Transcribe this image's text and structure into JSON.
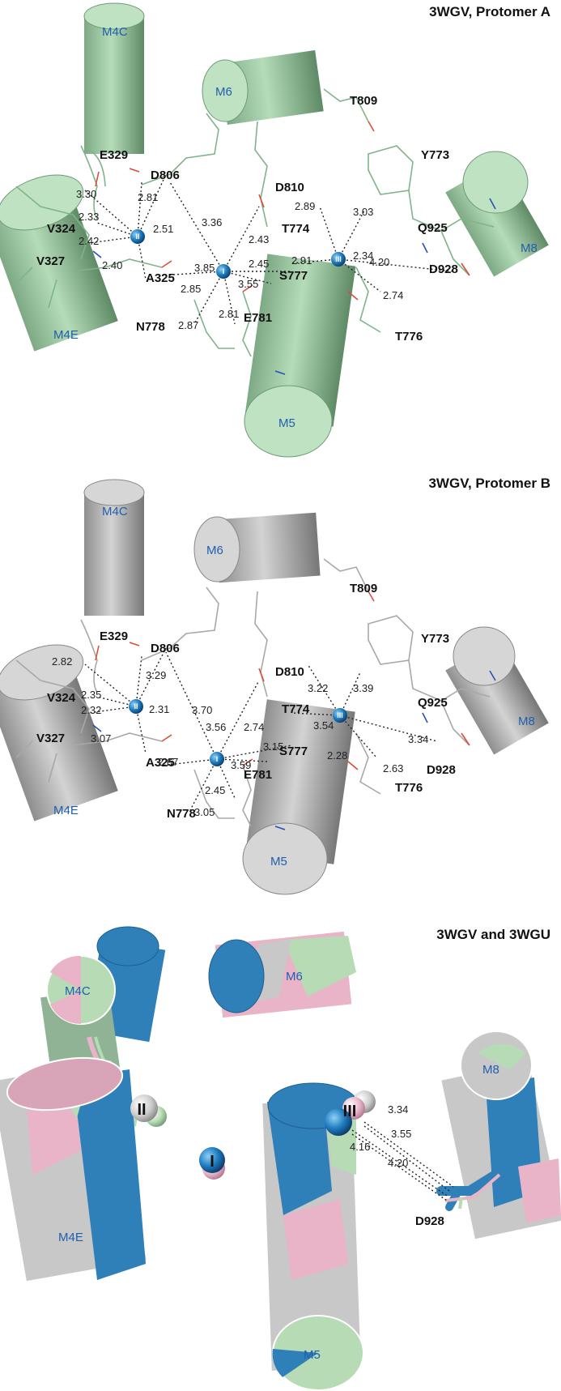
{
  "panels": [
    {
      "title": "3WGV, Protomer A",
      "helices": [
        "M4C",
        "M6",
        "M8",
        "M4E",
        "M5"
      ],
      "residues": [
        "T809",
        "Y773",
        "E329",
        "D806",
        "D810",
        "Q925",
        "V324",
        "T774",
        "V327",
        "S777",
        "D928",
        "A325",
        "N778",
        "E781",
        "T776"
      ],
      "ions": [
        "II",
        "I",
        "III"
      ],
      "distances": [
        "3.30",
        "2.81",
        "2.33",
        "2.42",
        "2.51",
        "3.36",
        "2.89",
        "3.03",
        "2.40",
        "2.43",
        "2.45",
        "2.91",
        "2.34",
        "4.20",
        "3.85",
        "2.85",
        "3.55",
        "2.87",
        "2.81",
        "2.74"
      ],
      "colors": {
        "helix": "#a9d4ad",
        "stick": "#7fb48a"
      }
    },
    {
      "title": "3WGV, Protomer B",
      "helices": [
        "M4C",
        "M6",
        "M8",
        "M4E",
        "M5"
      ],
      "residues": [
        "T809",
        "Y773",
        "E329",
        "D806",
        "D810",
        "Q925",
        "V324",
        "T774",
        "V327",
        "S777",
        "D928",
        "A325",
        "E781",
        "T776",
        "N778"
      ],
      "ions": [
        "II",
        "I",
        "III"
      ],
      "distances": [
        "2.82",
        "3.29",
        "2.35",
        "2.32",
        "2.31",
        "3.70",
        "3.22",
        "3.39",
        "3.07",
        "3.56",
        "2.74",
        "3.15",
        "3.54",
        "3.34",
        "2.28",
        "2.67",
        "3.59",
        "2.63",
        "2.45",
        "3.05"
      ],
      "colors": {
        "helix": "#c8c8c8",
        "stick": "#a8a8a8"
      }
    },
    {
      "title": "3WGV and 3WGU",
      "helices": [
        "M4C",
        "M6",
        "M4E",
        "M8",
        "M5"
      ],
      "residues": [
        "D928"
      ],
      "ions": [
        "II",
        "I",
        "III"
      ],
      "distances": [
        "3.34",
        "3.55",
        "4.16",
        "4.20"
      ],
      "colors": {
        "blue": "#2f7fb8",
        "pink": "#e9b3c8",
        "green": "#b7dbb5",
        "gray": "#c8c8c8"
      }
    }
  ]
}
